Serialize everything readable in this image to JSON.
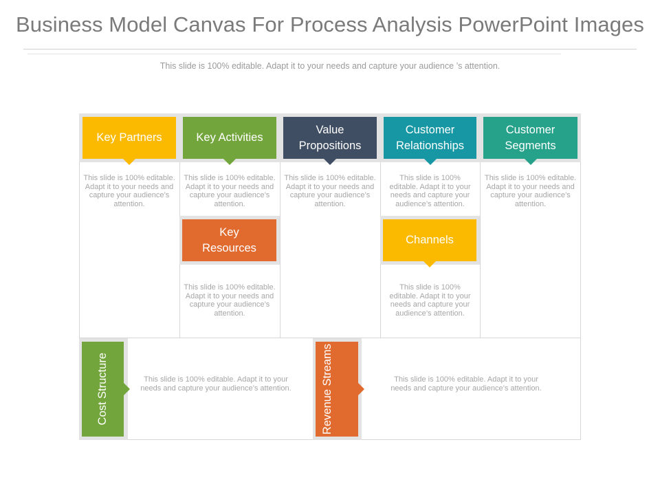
{
  "title": "Business Model Canvas For Process Analysis PowerPoint Images",
  "subtitle": "This slide is 100% editable. Adapt it to your needs and capture your  audience ’s attention.",
  "colors": {
    "yellow": "#fbb900",
    "green": "#72a53b",
    "navy": "#404e63",
    "teal": "#1797a4",
    "seagreen": "#26a28a",
    "orange": "#e16a2f"
  },
  "blocks": {
    "key_partners": {
      "label": "Key Partners",
      "desc": "This slide is 100% editable. Adapt it to your needs and capture your audience’s attention."
    },
    "key_activities": {
      "label": "Key Activities",
      "desc": "This slide is 100% editable. Adapt it to your needs and capture your audience’s attention."
    },
    "value_propositions": {
      "label": "Value Propositions",
      "desc": "This slide is 100% editable. Adapt it to your needs and capture your audience’s attention."
    },
    "customer_relationships": {
      "label": "Customer Relationships",
      "desc": "This slide is 100% editable. Adapt it to your needs and capture your audience’s attention."
    },
    "customer_segments": {
      "label": "Customer Segments",
      "desc": "This slide is 100% editable. Adapt it to your needs and capture your audience’s attention."
    },
    "key_resources": {
      "label": "Key Resources",
      "desc": "This slide is 100% editable. Adapt it to your needs and capture your audience’s attention."
    },
    "channels": {
      "label": "Channels",
      "desc": "This slide is 100% editable. Adapt it to your needs and capture your audience’s attention."
    },
    "cost_structure": {
      "label": "Cost Structure",
      "desc": "This slide is 100% editable. Adapt it to your needs and capture your audience’s attention."
    },
    "revenue_streams": {
      "label": "Revenue Streams",
      "desc": "This slide is 100% editable. Adapt it to your needs and capture your audience’s attention."
    }
  }
}
